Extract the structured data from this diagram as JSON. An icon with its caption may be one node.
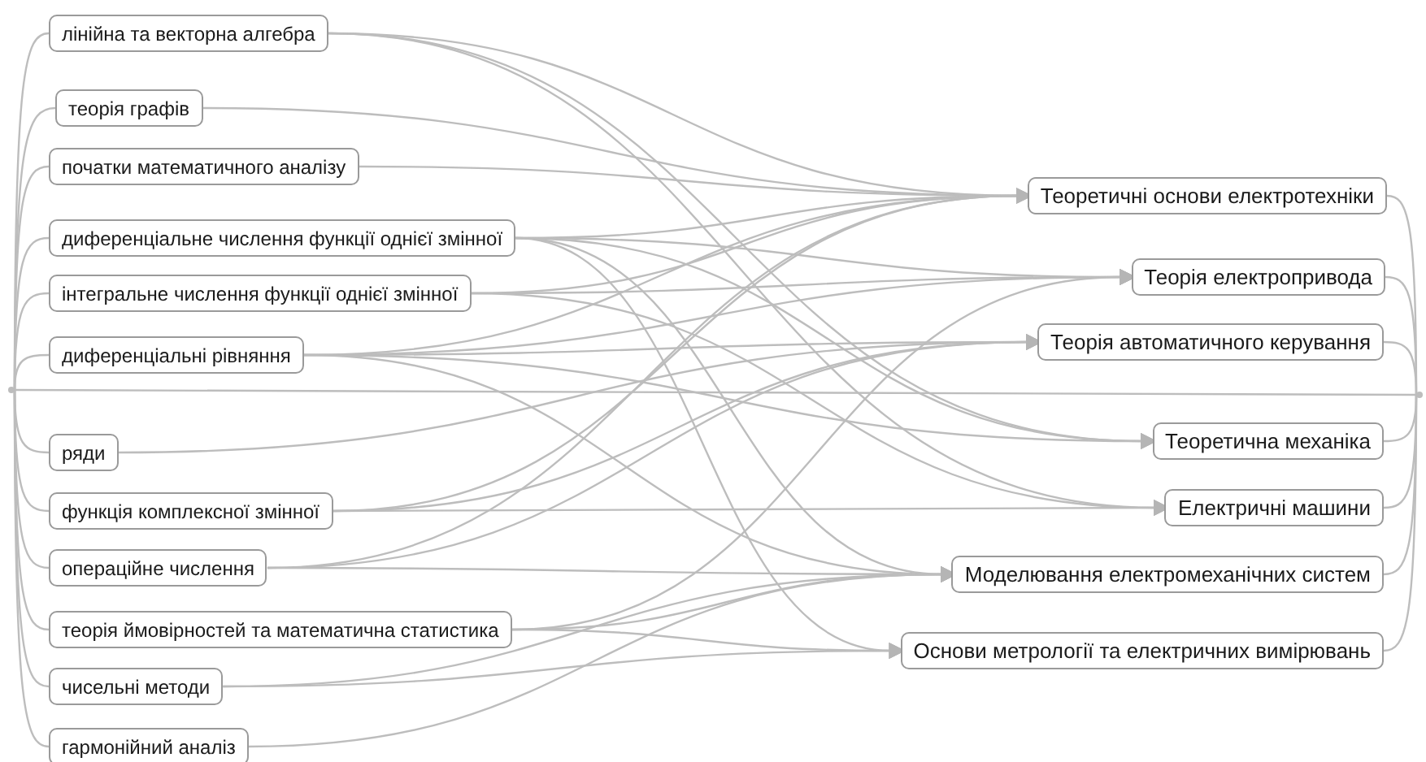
{
  "diagram": {
    "nodes": [
      {
        "text": [
          "лінійна та векторна алгебра"
        ]
      },
      {
        "text": [
          "теорія графів"
        ]
      },
      {
        "text": [
          "початки математичного аналізу"
        ]
      },
      {
        "text": [
          "диференціальне числення функції однієї змінної"
        ]
      },
      {
        "text": [
          "інтегральне числення функції однієї змінної"
        ]
      },
      {
        "text": [
          "диференціальні рівняння"
        ]
      },
      {
        "text": [
          "ряди"
        ]
      },
      {
        "text": [
          "функція комплексної змінної"
        ]
      },
      {
        "text": [
          "операційне числення"
        ]
      },
      {
        "text": [
          "теорія ймовірностей та математична статистика"
        ]
      },
      {
        "text": [
          "чисельні методи"
        ]
      },
      {
        "text": [
          "гармонійний аналіз"
        ]
      },
      {
        "text": [
          "Теоретичні основи електротехніки"
        ]
      },
      {
        "text": [
          "Теорія електропривода"
        ]
      },
      {
        "text": [
          "Теорія автоматичного керування"
        ]
      },
      {
        "text": [
          "Теоретична механіка"
        ]
      },
      {
        "text": [
          "Електричні машини"
        ]
      },
      {
        "text": [
          "Моделювання електромеханічних систем"
        ]
      },
      {
        "text": [
          "Основи метрології та електричних вимірювань"
        ]
      },
      {
        "text": [],
        "shape": "circle"
      },
      {
        "text": [],
        "shape": "circle"
      }
    ],
    "edges": [
      {
        "from": 19,
        "to": 0,
        "arrow": "none"
      },
      {
        "from": 19,
        "to": 1,
        "arrow": "none"
      },
      {
        "from": 19,
        "to": 2,
        "arrow": "none"
      },
      {
        "from": 19,
        "to": 3,
        "arrow": "none"
      },
      {
        "from": 19,
        "to": 4,
        "arrow": "none"
      },
      {
        "from": 19,
        "to": 5,
        "arrow": "none"
      },
      {
        "from": 19,
        "to": 6,
        "arrow": "none"
      },
      {
        "from": 19,
        "to": 7,
        "arrow": "none"
      },
      {
        "from": 19,
        "to": 8,
        "arrow": "none"
      },
      {
        "from": 19,
        "to": 9,
        "arrow": "none"
      },
      {
        "from": 19,
        "to": 10,
        "arrow": "none"
      },
      {
        "from": 19,
        "to": 11,
        "arrow": "none"
      },
      {
        "from": 19,
        "to": 20,
        "arrow": "none"
      },
      {
        "from": 20,
        "to": 12,
        "arrow": "none"
      },
      {
        "from": 20,
        "to": 13,
        "arrow": "none"
      },
      {
        "from": 20,
        "to": 14,
        "arrow": "none"
      },
      {
        "from": 20,
        "to": 15,
        "arrow": "none"
      },
      {
        "from": 20,
        "to": 16,
        "arrow": "none"
      },
      {
        "from": 20,
        "to": 17,
        "arrow": "none"
      },
      {
        "from": 20,
        "to": 18,
        "arrow": "none"
      },
      {
        "from": 0,
        "to": 12,
        "arrow": "to"
      },
      {
        "from": 1,
        "to": 12,
        "arrow": "to"
      },
      {
        "from": 2,
        "to": 12,
        "arrow": "to"
      },
      {
        "from": 3,
        "to": 12,
        "arrow": "to"
      },
      {
        "from": 4,
        "to": 12,
        "arrow": "to"
      },
      {
        "from": 5,
        "to": 12,
        "arrow": "to"
      },
      {
        "from": 7,
        "to": 12,
        "arrow": "to"
      },
      {
        "from": 8,
        "to": 12,
        "arrow": "to"
      },
      {
        "from": 3,
        "to": 13,
        "arrow": "to"
      },
      {
        "from": 4,
        "to": 13,
        "arrow": "to"
      },
      {
        "from": 5,
        "to": 13,
        "arrow": "to"
      },
      {
        "from": 9,
        "to": 13,
        "arrow": "to"
      },
      {
        "from": 5,
        "to": 14,
        "arrow": "to"
      },
      {
        "from": 8,
        "to": 14,
        "arrow": "to"
      },
      {
        "from": 6,
        "to": 14,
        "arrow": "to"
      },
      {
        "from": 7,
        "to": 14,
        "arrow": "to"
      },
      {
        "from": 0,
        "to": 15,
        "arrow": "to"
      },
      {
        "from": 3,
        "to": 15,
        "arrow": "to"
      },
      {
        "from": 5,
        "to": 15,
        "arrow": "to"
      },
      {
        "from": 0,
        "to": 16,
        "arrow": "to"
      },
      {
        "from": 4,
        "to": 16,
        "arrow": "to"
      },
      {
        "from": 7,
        "to": 16,
        "arrow": "to"
      },
      {
        "from": 3,
        "to": 17,
        "arrow": "to"
      },
      {
        "from": 5,
        "to": 17,
        "arrow": "to"
      },
      {
        "from": 8,
        "to": 17,
        "arrow": "to"
      },
      {
        "from": 9,
        "to": 17,
        "arrow": "to"
      },
      {
        "from": 10,
        "to": 17,
        "arrow": "to"
      },
      {
        "from": 11,
        "to": 17,
        "arrow": "to"
      },
      {
        "from": 9,
        "to": 18,
        "arrow": "to"
      },
      {
        "from": 10,
        "to": 18,
        "arrow": "to"
      },
      {
        "from": 3,
        "to": 18,
        "arrow": "to"
      }
    ]
  }
}
